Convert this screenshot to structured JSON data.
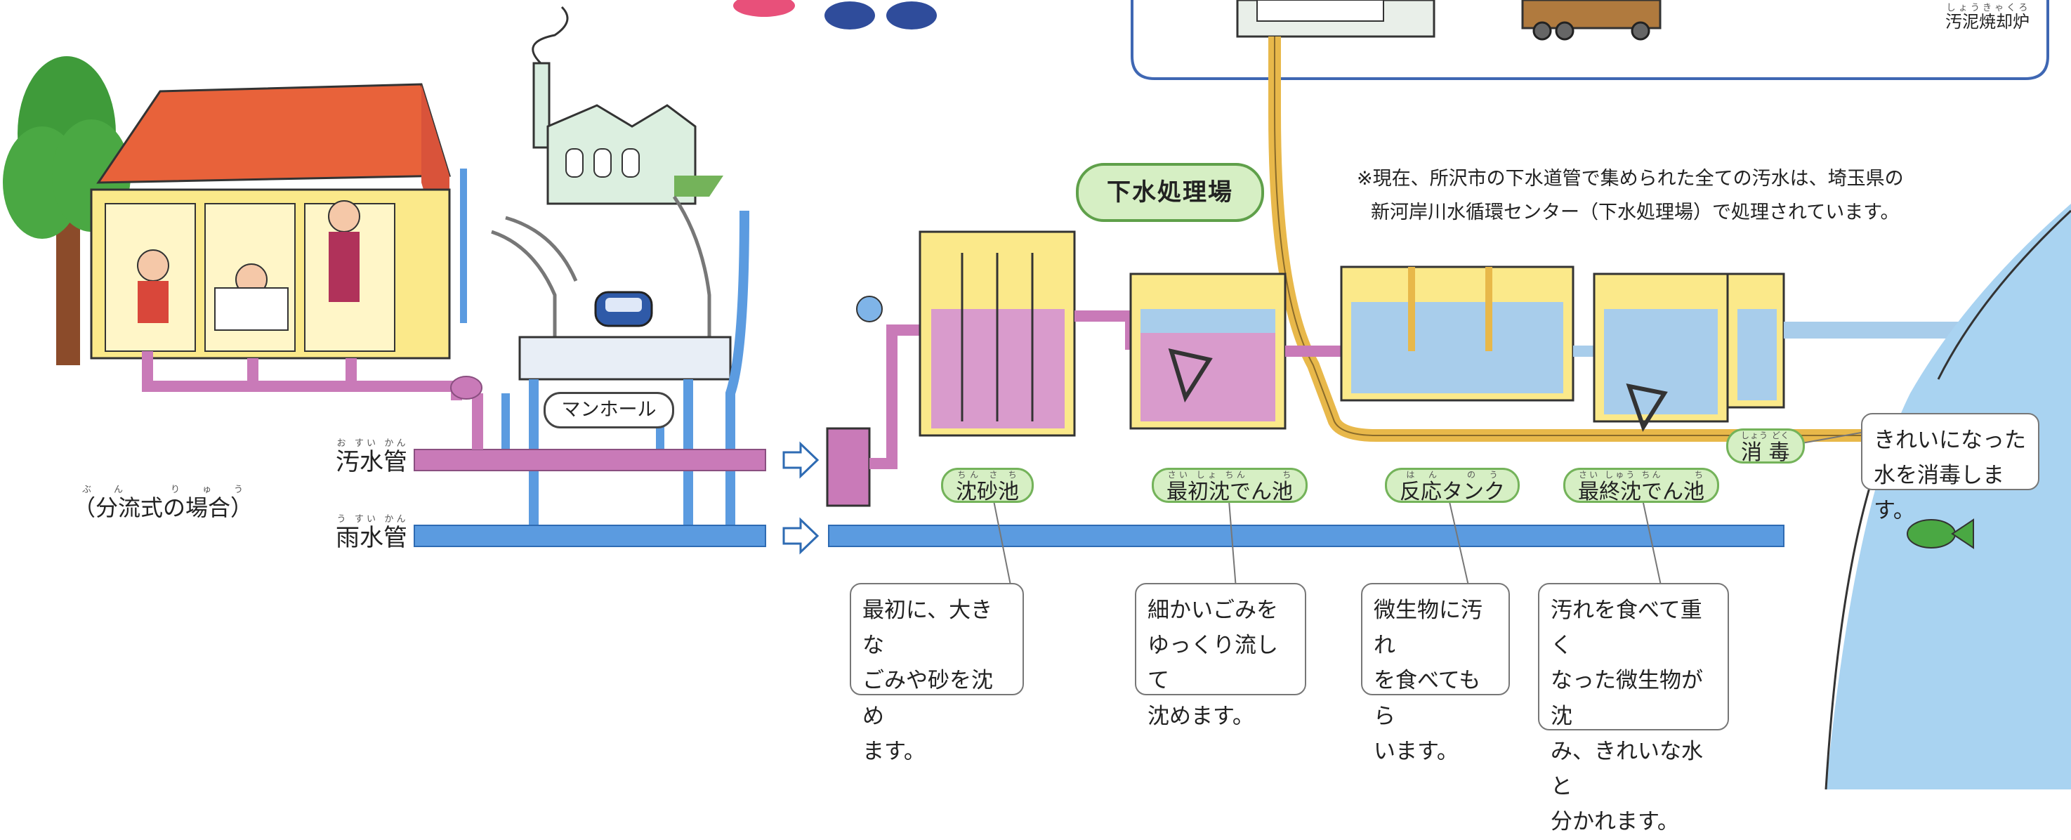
{
  "labels": {
    "incinerator": "汚泥焼却炉",
    "incinerator_ruby": "しょうきゃくろ",
    "plant_title": "下水処理場",
    "note_line1": "※現在、所沢市の下水道管で集められた全ての汚水は、埼玉県の",
    "note_line2": "新河岸川水循環センター（下水処理場）で処理されています。",
    "manhole": "マンホール",
    "sewage_pipe": "汚水管",
    "sewage_pipe_ruby": "お すい かん",
    "rain_pipe": "雨水管",
    "rain_pipe_ruby": "う すい かん",
    "separate_system": "（分流式の場合）",
    "separate_system_ruby": "ぶん りゅう"
  },
  "tanks": [
    {
      "name": "沈砂池",
      "ruby": "ちん さ ち"
    },
    {
      "name": "最初沈でん池",
      "ruby": "さい しょ ちん　　　ち"
    },
    {
      "name": "反応タンク",
      "ruby": "はん のう"
    },
    {
      "name": "最終沈でん池",
      "ruby": "さい しゅう ちん　　　ち"
    },
    {
      "name": "消 毒",
      "ruby": "しょう どく"
    }
  ],
  "callouts": {
    "grit": [
      "最初に、大きな",
      "ごみや砂を沈め",
      "ます。"
    ],
    "primary": [
      "細かいごみを",
      "ゆっくり流して",
      "沈めます。"
    ],
    "reaction": [
      "微生物に汚れ",
      "を食べてもら",
      "います。"
    ],
    "final": [
      "汚れを食べて重く",
      "なった微生物が沈",
      "み、きれいな水と",
      "分かれます。"
    ],
    "disinfect": [
      "きれいになった",
      "水を消毒します。"
    ]
  },
  "colors": {
    "sewage": "#c97ab8",
    "rain": "#5b9be0",
    "sludge_line": "#e8b84a",
    "tag_fill": "#d6efc4",
    "tag_border": "#74b35a",
    "roof": "#e8623a",
    "house_wall": "#fbe98a",
    "river": "#a9d3f1",
    "frame": "#3f67b3"
  },
  "icons": [
    "house-icon",
    "tree-icon",
    "factory-icon",
    "car-icon",
    "truck-icon",
    "fish-icon",
    "arrow-right-icon"
  ]
}
